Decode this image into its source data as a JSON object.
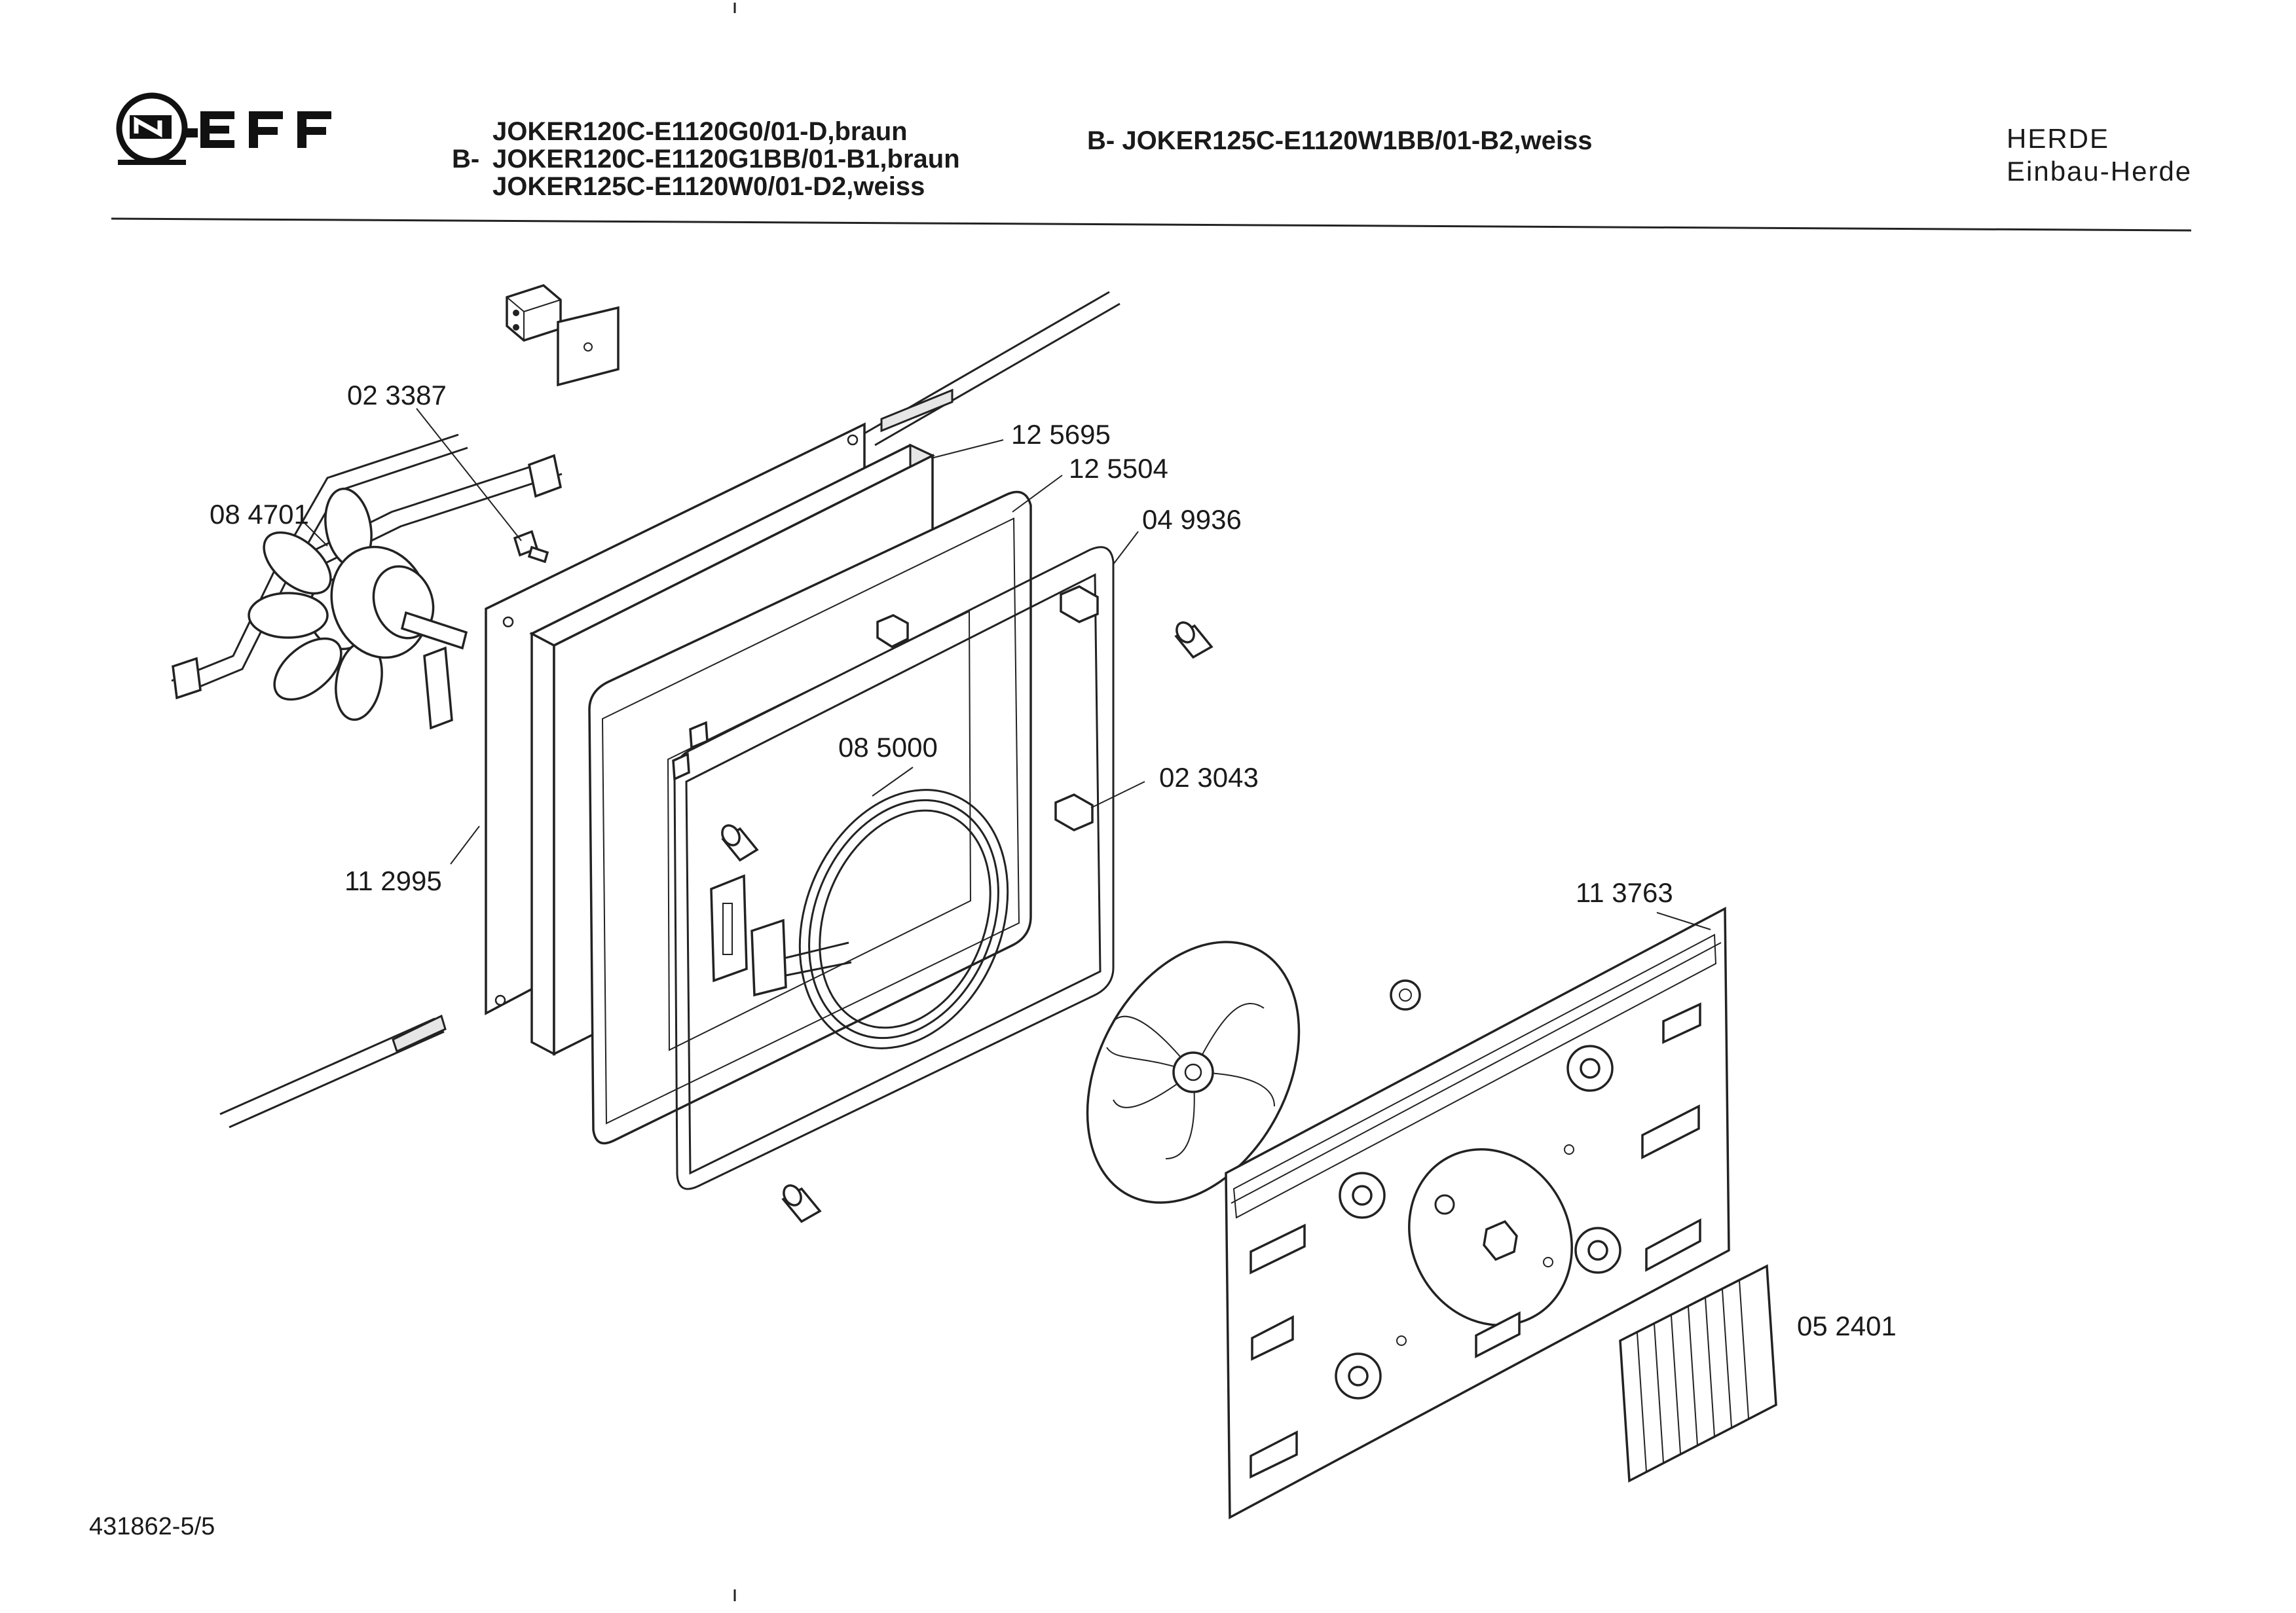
{
  "brand": {
    "name": "NEFF"
  },
  "header": {
    "models_left": [
      {
        "prefix": "",
        "text": "JOKER120C-E1120G0/01-D,braun"
      },
      {
        "prefix": "B-",
        "text": "JOKER120C-E1120G1BB/01-B1,braun"
      },
      {
        "prefix": "",
        "text": "JOKER125C-E1120W0/01-D2,weiss"
      }
    ],
    "model_right": "B- JOKER125C-E1120W1BB/01-B2,weiss",
    "category": "HERDE",
    "subcategory": "Einbau-Herde"
  },
  "parts": [
    {
      "number": "02 3387"
    },
    {
      "number": "08 4701"
    },
    {
      "number": "12 5695"
    },
    {
      "number": "12 5504"
    },
    {
      "number": "04 9936"
    },
    {
      "number": "08 5000"
    },
    {
      "number": "02 3043"
    },
    {
      "number": "11 2995"
    },
    {
      "number": "11 3763"
    },
    {
      "number": "05 2401"
    }
  ],
  "footer": {
    "doc_number": "431862-5/5"
  }
}
